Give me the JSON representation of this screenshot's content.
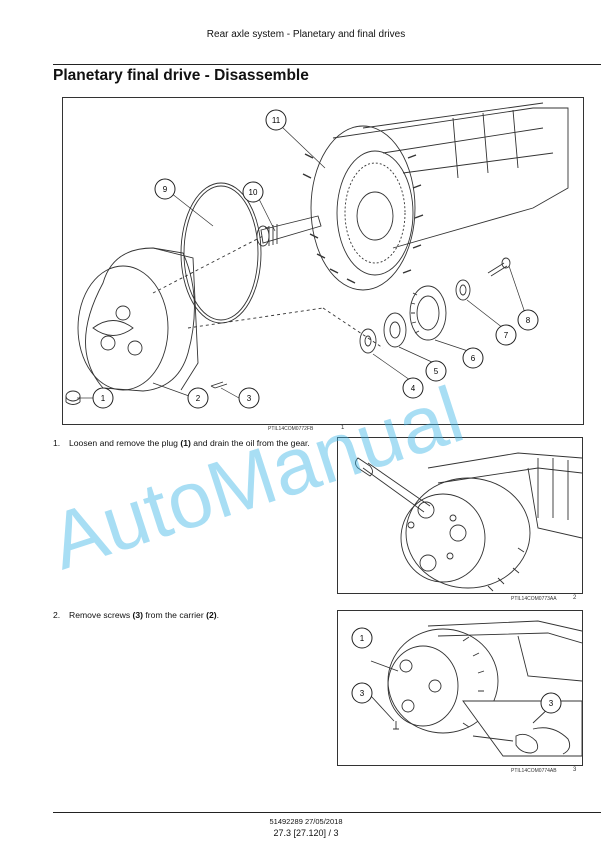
{
  "header": {
    "running_title": "Rear axle system - Planetary and final drives"
  },
  "section_title": "Planetary final drive - Disassemble",
  "figure1": {
    "callouts": [
      "1",
      "2",
      "3",
      "4",
      "5",
      "6",
      "7",
      "8",
      "9",
      "10",
      "11"
    ],
    "code": "PTIL14COM0772FB",
    "number": "1"
  },
  "steps": [
    {
      "num": "1.",
      "pre": "Loosen and remove the plug ",
      "ref1": "(1)",
      "post": " and drain the oil from the gear."
    },
    {
      "num": "2.",
      "pre": "Remove screws ",
      "ref1": "(3)",
      "mid": " from the carrier ",
      "ref2": "(2)",
      "post": "."
    }
  ],
  "figure2": {
    "code": "PTIL14COM0773AA",
    "number": "2"
  },
  "figure3": {
    "callouts": [
      "1",
      "3",
      "3"
    ],
    "code": "PTIL14COM0774AB",
    "number": "3"
  },
  "footer": {
    "doc": "51492289 27/05/2018",
    "page": "27.3 [27.120] / 3"
  },
  "watermark": "AutoManual",
  "colors": {
    "watermark": "#3fb6e6",
    "line": "#222222"
  }
}
